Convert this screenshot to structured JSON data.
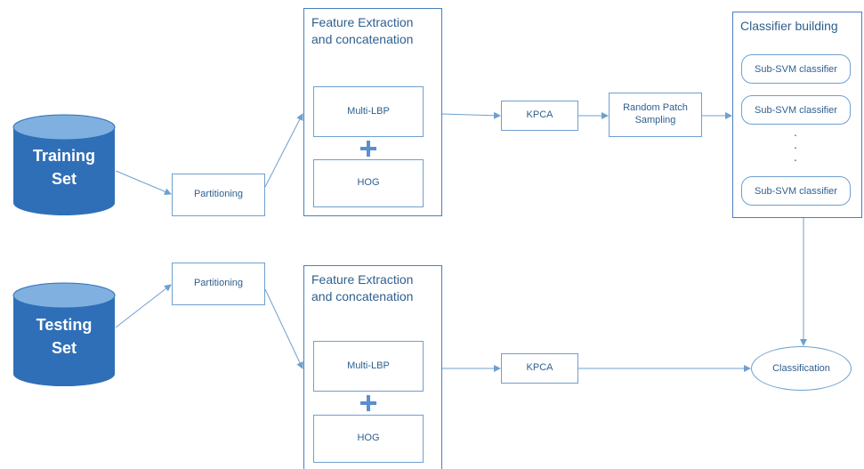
{
  "training": {
    "cylinder_label_line1": "Training",
    "cylinder_label_line2": "Set",
    "partitioning": "Partitioning",
    "feature_title_line1": "Feature Extraction",
    "feature_title_line2": "and concatenation",
    "multi_lbp": "Multi-LBP",
    "hog": "HOG",
    "kpca": "KPCA",
    "random_patch_line1": "Random Patch",
    "random_patch_line2": "Sampling"
  },
  "classifier": {
    "title": "Classifier building",
    "items": [
      "Sub-SVM classifier",
      "Sub-SVM classifier",
      "Sub-SVM classifier"
    ],
    "dots": ".  .  ."
  },
  "testing": {
    "cylinder_label_line1": "Testing",
    "cylinder_label_line2": "Set",
    "partitioning": "Partitioning",
    "feature_title_line1": "Feature Extraction",
    "feature_title_line2": "and concatenation",
    "multi_lbp": "Multi-LBP",
    "hog": "HOG",
    "kpca": "KPCA"
  },
  "classification": "Classification",
  "colors": {
    "border": "#6f9fd0",
    "text": "#2f5f8f",
    "cylinder_top": "#6fa3d8",
    "cylinder_body": "#2f6fb8",
    "plus": "#5b8fcf"
  }
}
